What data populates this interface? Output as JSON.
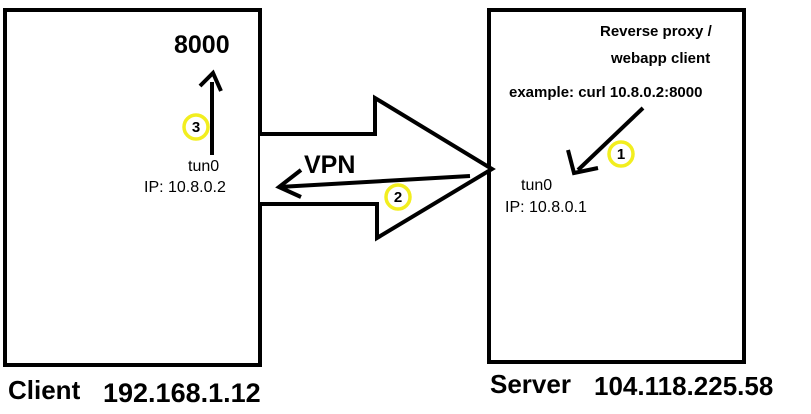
{
  "client": {
    "port": "8000",
    "iface": "tun0",
    "ip": "IP: 10.8.0.2",
    "label": "Client",
    "addr": "192.168.1.12"
  },
  "server": {
    "role_line1": "Reverse proxy /",
    "role_line2": "webapp client",
    "example": "example: curl 10.8.0.2:8000",
    "iface": "tun0",
    "ip": "IP: 10.8.0.1",
    "label": "Server",
    "addr": "104.118.225.58"
  },
  "tunnel": {
    "label": "VPN"
  },
  "steps": [
    "1",
    "2",
    "3"
  ],
  "colors": {
    "step_marker": "#f2ee1f",
    "ink": "#000000"
  }
}
